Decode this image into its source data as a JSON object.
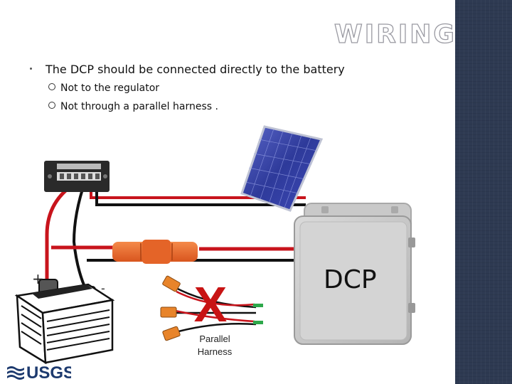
{
  "slide": {
    "title": "WIRING",
    "bullet": "The DCP should be connected directly to the battery",
    "sub_bullets": [
      "Not to the regulator",
      "Not through a parallel harness ."
    ]
  },
  "diagram": {
    "dcp_label": "DCP",
    "harness_label_line1": "Parallel",
    "harness_label_line2": "Harness",
    "battery_plus": "+",
    "battery_minus": "-",
    "reject_mark": "X"
  },
  "logo": {
    "text": "USGS"
  },
  "colors": {
    "sidebar": "#2e3a52",
    "wire_positive": "#c8141c",
    "wire_negative": "#111111",
    "fuse": "#e8692a",
    "reject_mark": "#c81414",
    "logo": "#1d3a6e"
  },
  "icons": [
    "solar-panel-icon",
    "charge-regulator-icon",
    "battery-icon",
    "inline-fuse-icon",
    "parallel-harness-icon",
    "enclosure-icon"
  ]
}
